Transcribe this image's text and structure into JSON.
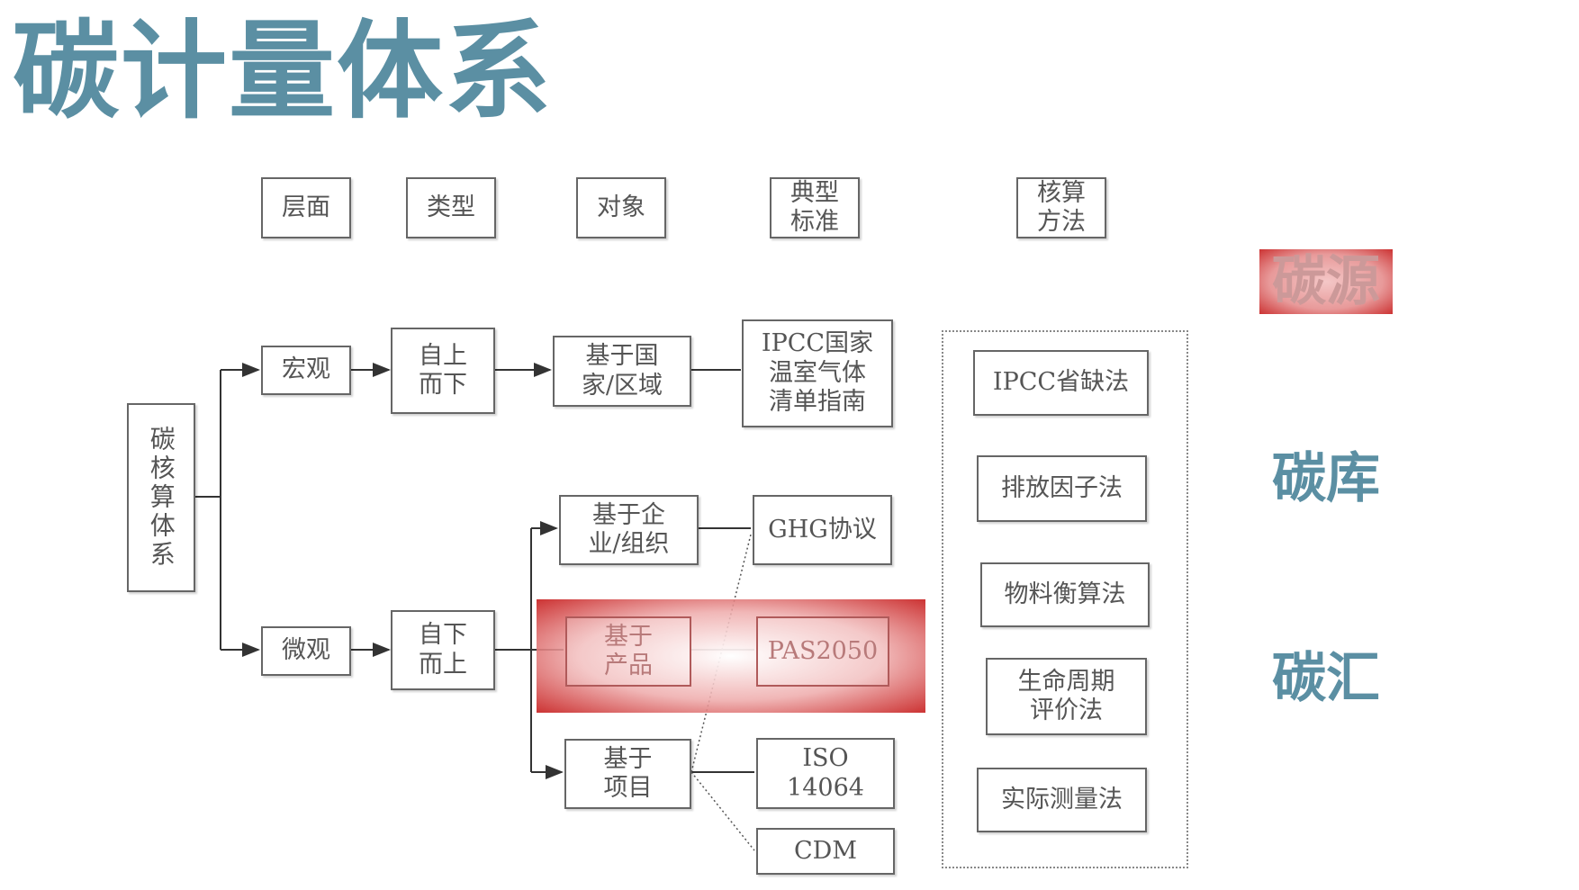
{
  "title": "碳计量体系",
  "headers": [
    "层面",
    "类型",
    "对象",
    "典型\n标准",
    "核算\n方法"
  ],
  "root": "碳核算体系",
  "levels": {
    "macro": "宏观",
    "micro": "微观"
  },
  "types": {
    "top_down": "自上\n而下",
    "bottom_up": "自下\n而上"
  },
  "objects": {
    "country": "基于国\n家/区域",
    "enterprise": "基于企\n业/组织",
    "product": "基于\n产品",
    "project": "基于\n项目"
  },
  "standards": {
    "ipcc_guide": "IPCC国家\n温室气体\n清单指南",
    "ghg": "GHG协议",
    "pas": "PAS2050",
    "iso": "ISO\n14064",
    "cdm": "CDM"
  },
  "methods": [
    "IPCC省缺法",
    "排放因子法",
    "物料衡算法",
    "生命周期\n评价法",
    "实际测量法"
  ],
  "side_labels": {
    "source": "碳源",
    "stock": "碳库",
    "sink": "碳汇"
  },
  "colors": {
    "accent": "#5b8fa3",
    "highlight": "#cc3333"
  }
}
